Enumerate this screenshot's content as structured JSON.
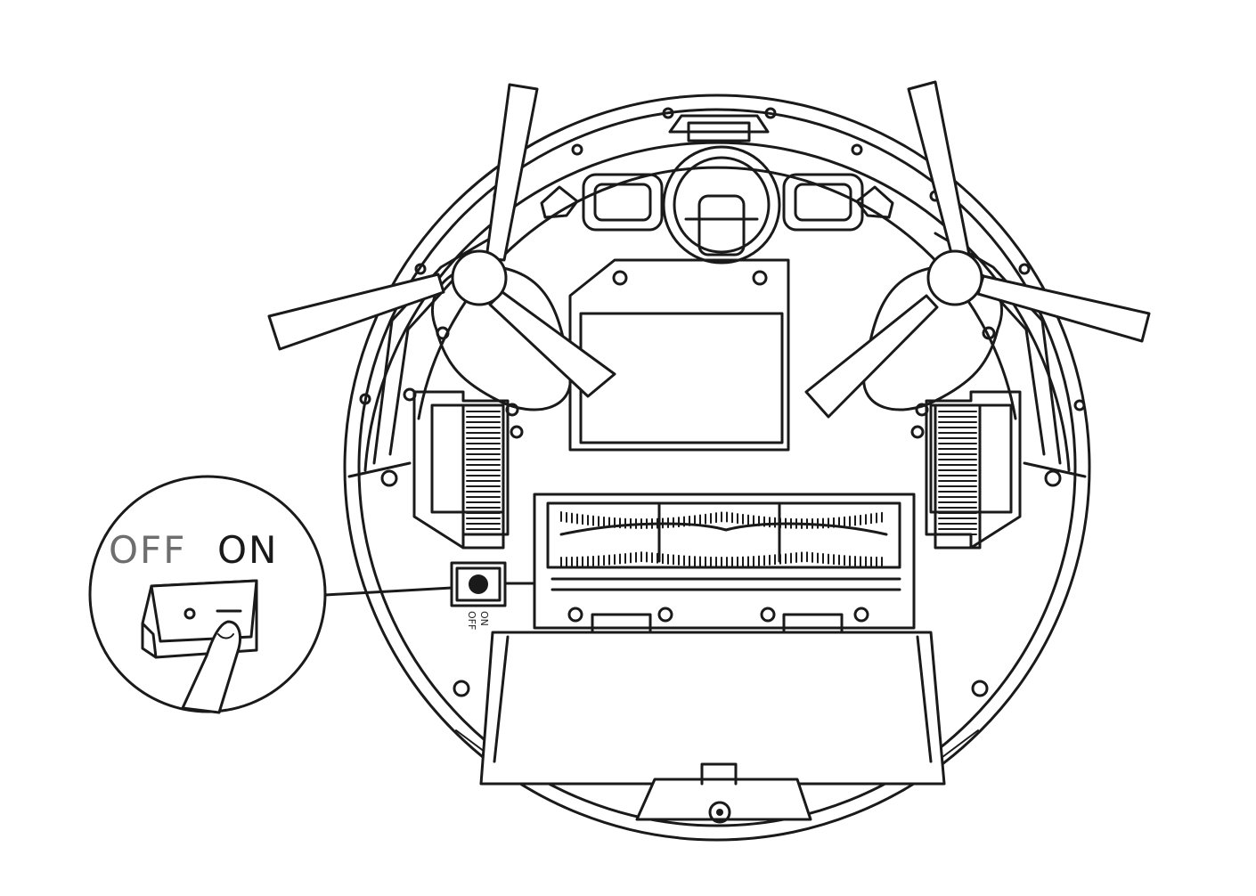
{
  "callout": {
    "off_label": "OFF",
    "on_label": "ON",
    "off_color": "#6e6e6e",
    "on_color": "#1a1a1a"
  },
  "switch_labels": {
    "on": "ON",
    "off": "OFF"
  },
  "colors": {
    "line": "#1a1a1a",
    "background": "#ffffff"
  }
}
